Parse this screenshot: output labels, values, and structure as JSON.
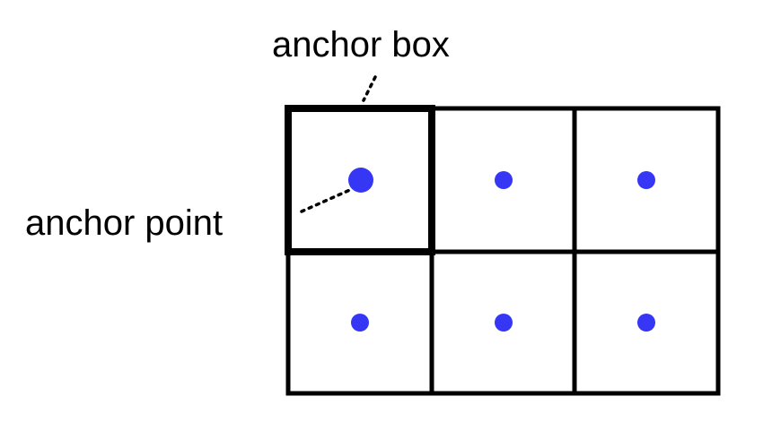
{
  "labels": {
    "anchor_box": "anchor box",
    "anchor_point": "anchor point"
  },
  "grid": {
    "rows": 2,
    "cols": 3,
    "highlighted_cell": {
      "row": 0,
      "col": 0
    }
  },
  "colors": {
    "line": "#000000",
    "dot": "#3636f5",
    "background": "#ffffff"
  }
}
